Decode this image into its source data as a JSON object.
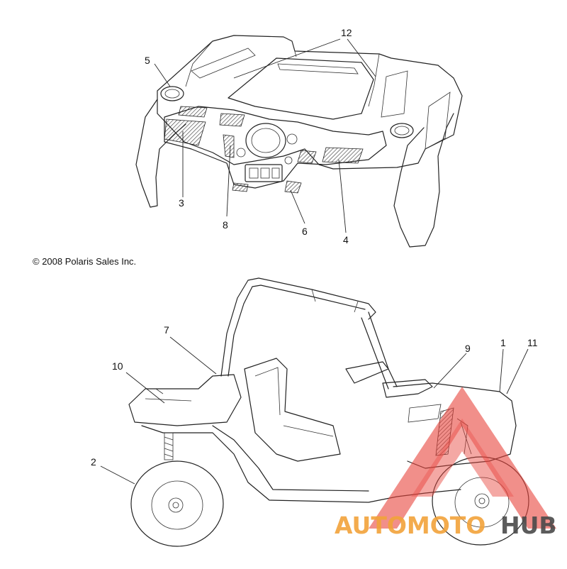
{
  "diagram": {
    "copyright": "© 2008 Polaris Sales Inc.",
    "callouts": {
      "c1": "1",
      "c2": "2",
      "c3": "3",
      "c4": "4",
      "c5": "5",
      "c6": "6",
      "c7": "7",
      "c8": "8",
      "c9": "9",
      "c10": "10",
      "c11": "11",
      "c12": "12"
    }
  },
  "watermark": {
    "part1": "AUTOMOTO",
    "part2": "HUB",
    "colors": {
      "red": "#e8453c",
      "orange": "#f2a33a",
      "gray": "#4a4a4a"
    }
  }
}
